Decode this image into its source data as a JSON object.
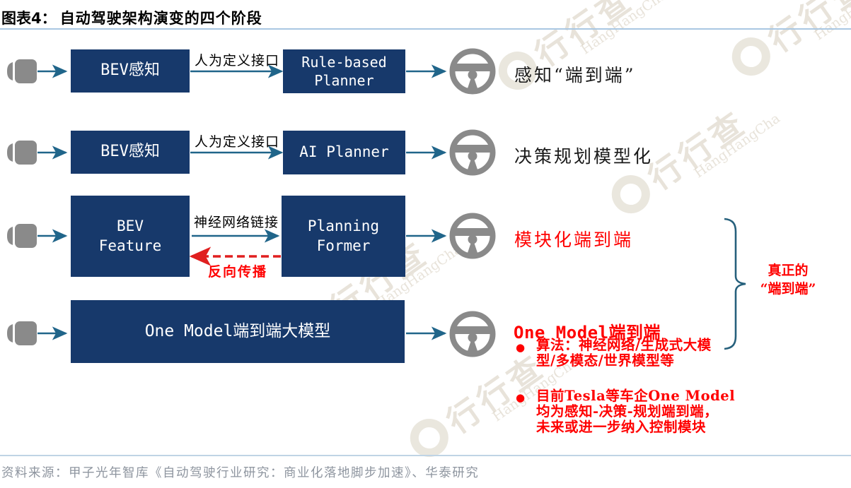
{
  "title": {
    "prefix": "图表4：",
    "text": "自动驾驶架构演变的四个阶段"
  },
  "rows": [
    {
      "box1": "BEV感知",
      "iface": "人为定义接口",
      "box2_line1": "Rule-based",
      "box2_line2": "Planner",
      "result": "感知“端到端”"
    },
    {
      "box1": "BEV感知",
      "iface": "人为定义接口",
      "box2_line1": "AI Planner",
      "result": "决策规划模型化"
    },
    {
      "box1_line1": "BEV",
      "box1_line2": "Feature",
      "iface": "神经网络链接",
      "back_label": "反向传播",
      "box2_line1": "Planning",
      "box2_line2": "Former",
      "result": "模块化端到端"
    },
    {
      "box": "One Model端到端大模型",
      "result": "One Model端到端",
      "bullets": [
        {
          "marker": "●",
          "lines": [
            "算法：神经网络/生成式大模",
            "型/多模态/世界模型等"
          ]
        },
        {
          "marker": "●",
          "lines": [
            "目前Tesla等车企One Model",
            "均为感知-决策-规划端到端，",
            "未来或进一步纳入控制模块"
          ]
        }
      ]
    }
  ],
  "bracket": {
    "line1": "真正的",
    "line2": "“端到端”"
  },
  "source": {
    "text": "资料来源：甲子光年智库《自动驾驶行业研究：商业化落地脚步加速》、华泰研究"
  },
  "watermark": {
    "cjk": "行行查",
    "latin": "HangHangCha"
  },
  "icons": {
    "camera": "camera-icon",
    "steering_wheel": "steering-wheel-icon"
  },
  "colors": {
    "box_navy": "#17396b",
    "arrow_teal": "#20658a",
    "red_text": "#ff0000",
    "dashed_red": "#e01f1f",
    "icon_gray": "#8a8a8a",
    "title_rule_dark": "#42506a",
    "title_rule_light": "#a9c7e2",
    "source_gray": "#8e959f",
    "watermark_tan": "#cbc2ad"
  }
}
